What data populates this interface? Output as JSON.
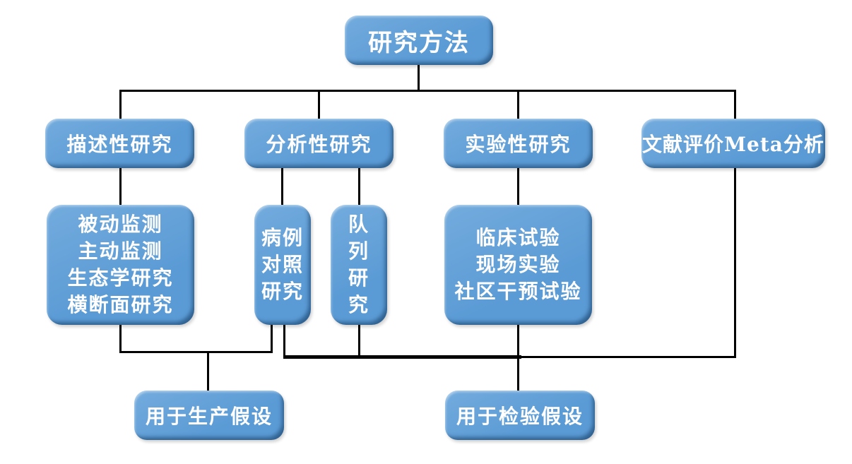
{
  "colors": {
    "box_fill": "#5B9BD5",
    "box_fill_light": "#73ABDD",
    "box_edge": "#2E5F94",
    "connector": "#000000",
    "text": "#FFFFFF",
    "background": "#FFFFFF"
  },
  "diagram": {
    "type": "flowchart",
    "nodes": {
      "root": {
        "label": "研究方法"
      },
      "descriptive": {
        "label": "描述性研究"
      },
      "analytical": {
        "label": "分析性研究"
      },
      "experimental": {
        "label": "实验性研究"
      },
      "meta_analysis": {
        "label": "文献评价Meta分析"
      },
      "descriptive_methods": {
        "lines": [
          "被动监测",
          "主动监测",
          "生态学研究",
          "横断面研究"
        ]
      },
      "case_control_study": {
        "lines": [
          "病例",
          "对照",
          "研究"
        ]
      },
      "cohort_study": {
        "lines": [
          "队",
          "列",
          "研",
          "究"
        ]
      },
      "experimental_methods": {
        "lines": [
          "临床试验",
          "现场实验",
          "社区干预试验"
        ]
      },
      "generate_hypothesis": {
        "label": "用于生产假设"
      },
      "test_hypothesis": {
        "label": "用于检验假设"
      }
    }
  }
}
